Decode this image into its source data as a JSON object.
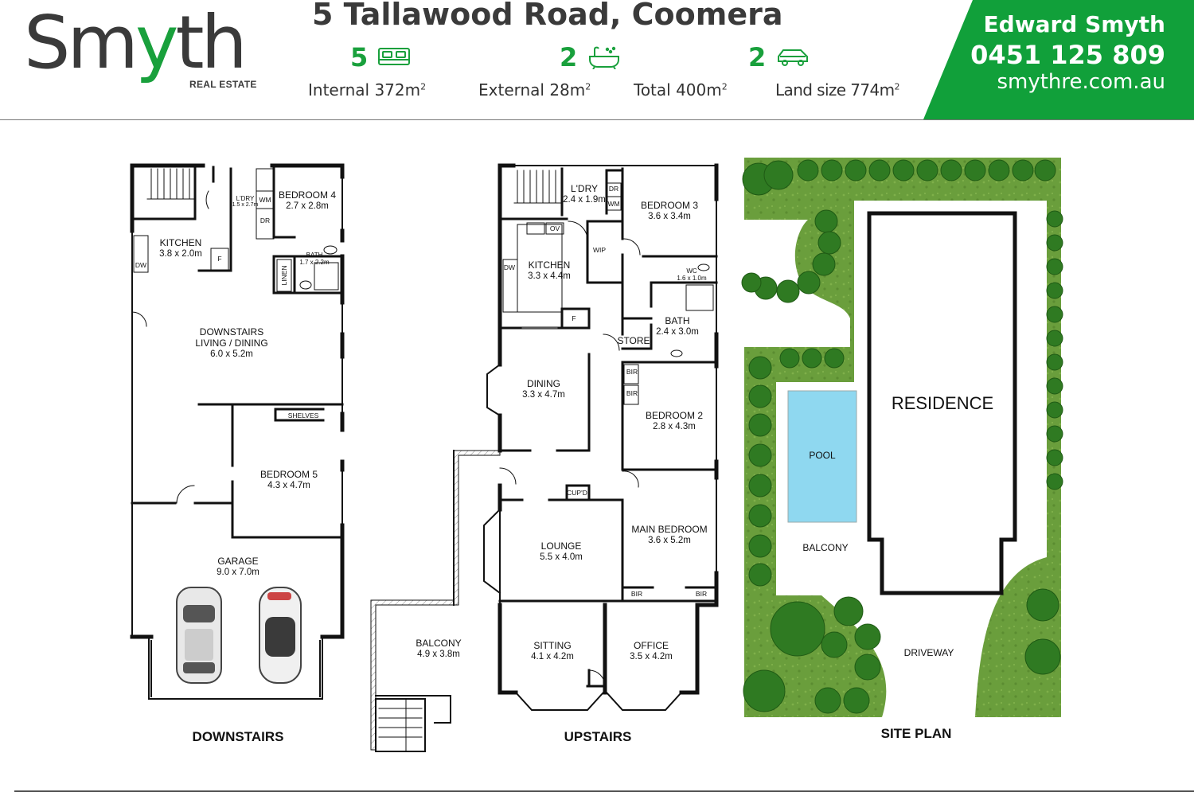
{
  "brand": {
    "name_start": "Sm",
    "name_y": "y",
    "name_end": "th",
    "sub": "REAL ESTATE"
  },
  "listing": {
    "address": "5 Tallawood Road, Coomera",
    "bedrooms": "5",
    "bathrooms": "2",
    "car_spaces": "2",
    "icons": [
      "bed-icon",
      "bathtub-icon",
      "car-icon"
    ],
    "internal": "Internal 372m",
    "external": "External 28m",
    "total": "Total 400m",
    "land": "Land size 774m",
    "sq": "2"
  },
  "agent": {
    "name": "Edward Smyth",
    "phone": "0451 125 809",
    "website": "smythre.com.au"
  },
  "colors": {
    "brand_green": "#11a03a",
    "pool": "#8fd8f0",
    "grass": "#6a9e3c",
    "paving": "#ffffff"
  },
  "downstairs": {
    "title": "DOWNSTAIRS",
    "kitchen": {
      "name": "KITCHEN",
      "dims": "3.8 x 2.0m"
    },
    "laundry": {
      "name": "L'DRY",
      "dims": "1.5 x 2.7m"
    },
    "bedroom4": {
      "name": "BEDROOM 4",
      "dims": "2.7 x 2.8m"
    },
    "bath": {
      "name": "BATH",
      "dims": "1.7 x 2.2m"
    },
    "living": {
      "name": "DOWNSTAIRS",
      "name2": "LIVING / DINING",
      "dims": "6.0 x 5.2m"
    },
    "bedroom5": {
      "name": "BEDROOM 5",
      "dims": "4.3 x 4.7m"
    },
    "garage": {
      "name": "GARAGE",
      "dims": "9.0 x 7.0m"
    },
    "tags": {
      "wm": "WM",
      "dr": "DR",
      "dw": "DW",
      "f": "F",
      "linen": "LINEN",
      "shelves": "SHELVES"
    }
  },
  "upstairs": {
    "title": "UPSTAIRS",
    "laundry": {
      "name": "L'DRY",
      "dims": "2.4 x 1.9m"
    },
    "bedroom3": {
      "name": "BEDROOM 3",
      "dims": "3.6 x 3.4m"
    },
    "kitchen": {
      "name": "KITCHEN",
      "dims": "3.3 x 4.4m"
    },
    "wc": {
      "name": "WC",
      "dims": "1.6 x 1.0m"
    },
    "bath": {
      "name": "BATH",
      "dims": "2.4 x 3.0m"
    },
    "store": {
      "name": "STORE"
    },
    "dining": {
      "name": "DINING",
      "dims": "3.3 x 4.7m"
    },
    "bedroom2": {
      "name": "BEDROOM 2",
      "dims": "2.8 x 4.3m"
    },
    "lounge": {
      "name": "LOUNGE",
      "dims": "5.5 x 4.0m"
    },
    "main_bedroom": {
      "name": "MAIN BEDROOM",
      "dims": "3.6 x 5.2m"
    },
    "balcony": {
      "name": "BALCONY",
      "dims": "4.9 x 3.8m"
    },
    "sitting": {
      "name": "SITTING",
      "dims": "4.1 x 4.2m"
    },
    "office": {
      "name": "OFFICE",
      "dims": "3.5 x 4.2m"
    },
    "tags": {
      "dr": "DR",
      "wm": "WM",
      "ov": "OV",
      "wip": "WIP",
      "dw": "DW",
      "f": "F",
      "bir": "BIR",
      "cupd": "CUP'D"
    }
  },
  "site": {
    "title": "SITE PLAN",
    "residence": "RESIDENCE",
    "pool": "POOL",
    "balcony": "BALCONY",
    "driveway": "DRIVEWAY"
  }
}
